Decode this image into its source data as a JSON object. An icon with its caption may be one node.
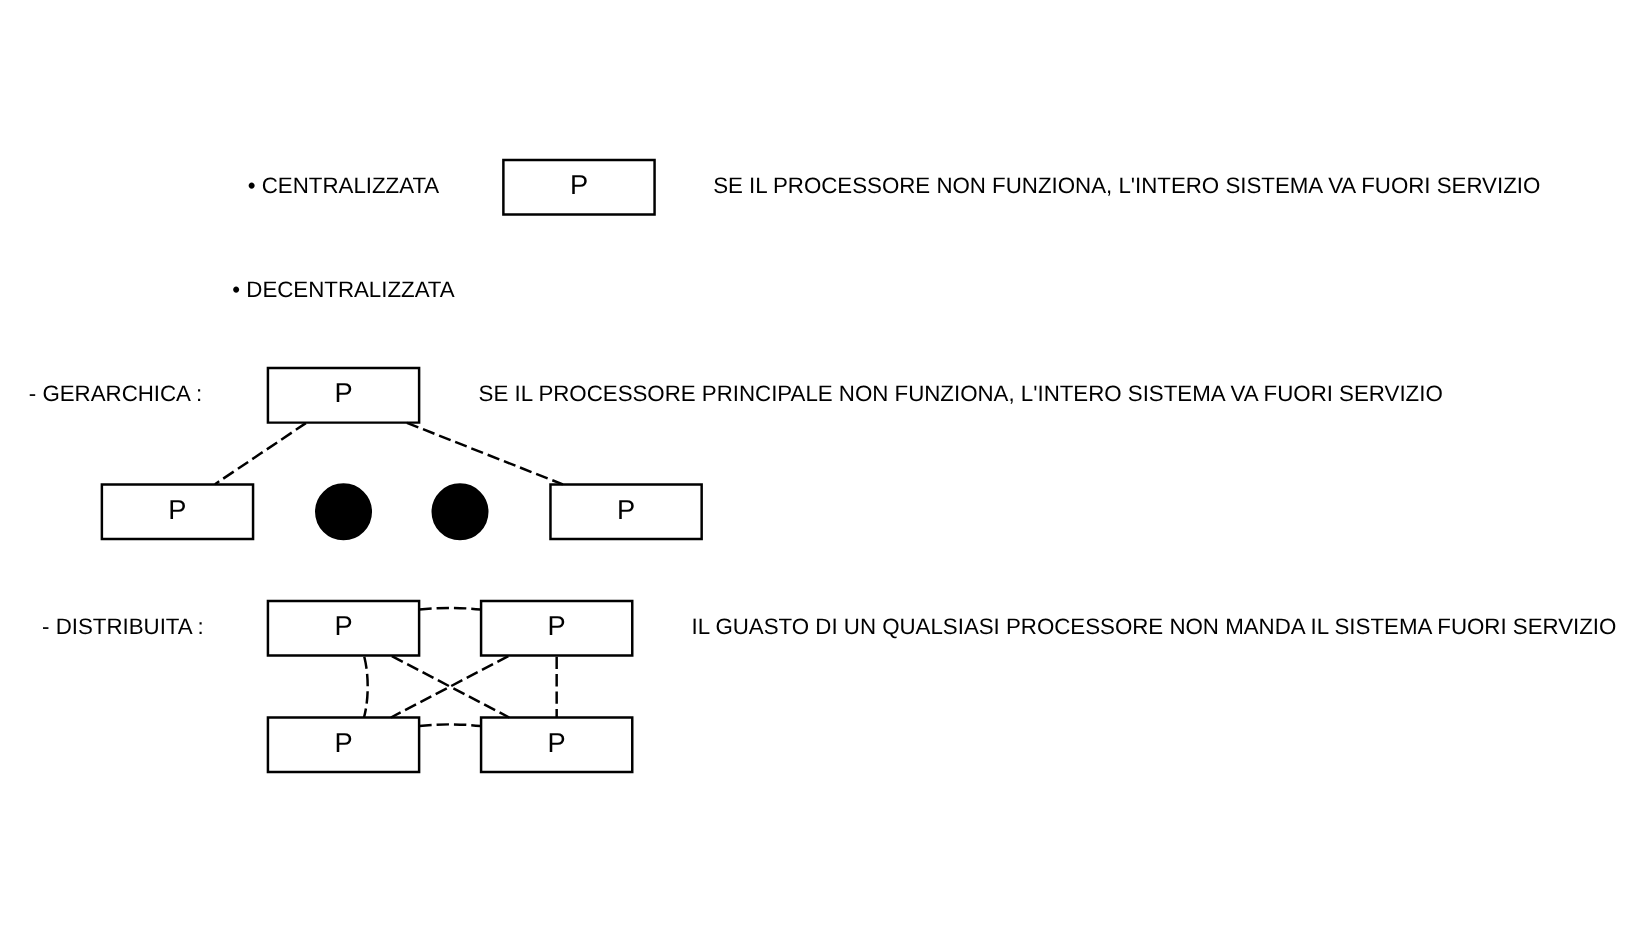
{
  "diagram": {
    "nodes": [
      {
        "text": [
          "P"
        ]
      },
      {
        "text": [
          "P"
        ]
      },
      {
        "text": [
          "P"
        ]
      },
      {
        "text": [],
        "shape": "circle"
      },
      {
        "text": [],
        "shape": "circle"
      },
      {
        "text": [
          "P"
        ]
      },
      {
        "text": [
          "P"
        ]
      },
      {
        "text": [
          "P"
        ]
      },
      {
        "text": [
          "P"
        ]
      },
      {
        "text": [
          "P"
        ]
      }
    ],
    "edges": [
      {
        "from": 1,
        "to": 2,
        "arrow": "none",
        "style": "dashed"
      },
      {
        "from": 1,
        "to": 5,
        "arrow": "none",
        "style": "dashed"
      },
      {
        "from": 6,
        "to": 7,
        "arrow": "none",
        "style": "dashed"
      },
      {
        "from": 6,
        "to": 8,
        "arrow": "none",
        "style": "dashed"
      },
      {
        "from": 6,
        "to": 9,
        "arrow": "none",
        "style": "dashed"
      },
      {
        "from": 7,
        "to": 8,
        "arrow": "none",
        "style": "dashed"
      },
      {
        "from": 7,
        "to": 9,
        "arrow": "none",
        "style": "dashed"
      },
      {
        "from": 8,
        "to": 9,
        "arrow": "none",
        "style": "dashed"
      }
    ],
    "labels": [
      "• CENTRALIZZATA",
      "SE IL PROCESSORE NON FUNZIONA, L'INTERO SISTEMA VA FUORI SERVIZIO",
      "• DECENTRALIZZATA",
      "- GERARCHICA :",
      "SE IL PROCESSORE PRINCIPALE NON FUNZIONA, L'INTERO SISTEMA VA FUORI SERVIZIO",
      "- DISTRIBUITA :",
      "IL GUASTO DI UN QUALSIASI PROCESSORE NON MANDA IL SISTEMA FUORI SERVIZIO"
    ]
  }
}
